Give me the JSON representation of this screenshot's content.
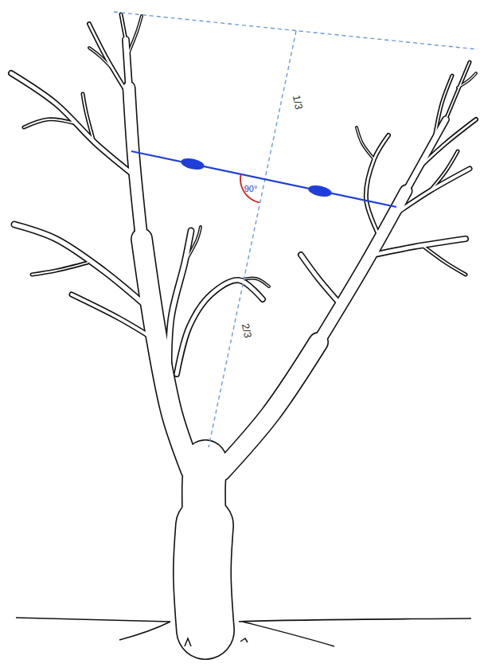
{
  "diagram": {
    "labels": [
      "1/3",
      "2/3",
      "90°"
    ]
  }
}
